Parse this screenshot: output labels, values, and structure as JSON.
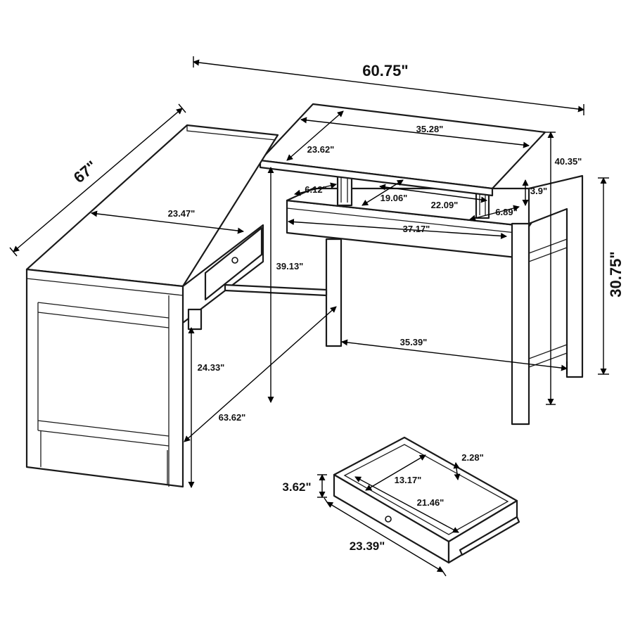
{
  "dimensions": {
    "overall_width": "60.75\"",
    "overall_depth": "67\"",
    "lift_top_width": "35.28\"",
    "lift_top_depth": "23.62\"",
    "lift_height": "40.35\"",
    "return_top_width": "23.47\"",
    "lift_mech_offset": "6.12\"",
    "lift_mech_span": "19.06\"",
    "lift_mech_inner": "22.09\"",
    "lift_gap": "3.9\"",
    "lift_side": "6.89\"",
    "desk_inner_width": "37.17\"",
    "lifted_height": "39.13\"",
    "desk_height": "30.75\"",
    "legroom_width": "35.39\"",
    "knee_height": "24.33\"",
    "return_length": "63.62\"",
    "drawer_depth": "2.28\"",
    "drawer_inner_width": "13.17\"",
    "drawer_inner_length": "21.46\"",
    "drawer_height": "3.62\"",
    "drawer_length": "23.39\""
  }
}
